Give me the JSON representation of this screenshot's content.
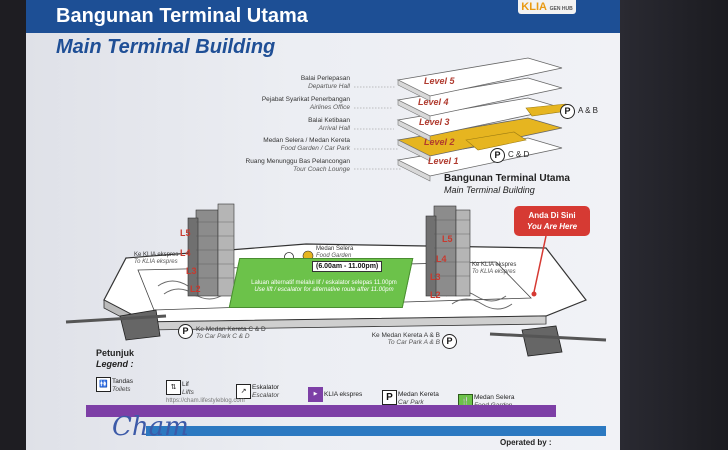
{
  "header": {
    "title_malay": "Bangunan Terminal Utama",
    "title_english": "Main Terminal Building",
    "logo_text": "KLIA",
    "logo_sub": "GEN HUB"
  },
  "floors": [
    {
      "malay": "Balai Perlepasan",
      "english": "Departure Hall"
    },
    {
      "malay": "Pejabat Syarikat Penerbangan",
      "english": "Airlines Office"
    },
    {
      "malay": "Balai Ketibaan",
      "english": "Arrival Hall"
    },
    {
      "malay": "Medan Selera / Medan Kereta",
      "english": "Food Garden / Car Park"
    },
    {
      "malay": "Ruang Menunggu Bas Pelancongan",
      "english": "Tour Coach Lounge"
    }
  ],
  "levels": [
    "Level 5",
    "Level 4",
    "Level 3",
    "Level 2",
    "Level 1"
  ],
  "parking_top": [
    "A & B",
    "C & D"
  ],
  "building_caption": {
    "malay": "Bangunan Terminal Utama",
    "english": "Main Terminal Building"
  },
  "you_are_here": {
    "malay": "Anda Di Sini",
    "english": "You Are Here"
  },
  "tower_levels": [
    "L5",
    "L4",
    "L3",
    "L2"
  ],
  "food_garden": {
    "malay": "Medan Selera",
    "english": "Food Garden",
    "hours": "(6.00am - 11.00pm)"
  },
  "alt_route": {
    "malay": "Laluan alternatif melalui lif / eskalator selepas 11.00pm",
    "english": "Use lift / escalator for alternative route after 11.00pm"
  },
  "klia_left": {
    "malay": "Ke KLIA ekspres",
    "english": "To KLIA ekspres"
  },
  "klia_right": {
    "malay": "Ke KLIA ekspres",
    "english": "To KLIA ekspres"
  },
  "carpark_left": {
    "malay": "Ke Medan Kereta C & D",
    "english": "To Car Park C & D"
  },
  "carpark_right": {
    "malay": "Ke Medan Kereta A & B",
    "english": "To Car Park A & B"
  },
  "legend": {
    "title_malay": "Petunjuk",
    "title_english": "Legend :",
    "items": [
      {
        "malay": "Tandas",
        "english": "Toilets"
      },
      {
        "malay": "Lif",
        "english": "Lifts"
      },
      {
        "malay": "Eskalator",
        "english": "Escalator"
      },
      {
        "malay": "KLIA ekspres",
        "english": ""
      },
      {
        "malay": "Medan Kereta",
        "english": "Car Park"
      },
      {
        "malay": "Medan Selera",
        "english": "Food Garden"
      }
    ]
  },
  "watermark": {
    "text": "Cham",
    "url": "https://cham.lifestyleblog.com"
  },
  "operated_by": "Operated by :",
  "colors": {
    "header_blue": "#1d4f95",
    "level_red": "#b03a2e",
    "highlight_yellow": "#e6b520",
    "food_green": "#6cc24a",
    "marker_red": "#d63a33"
  }
}
